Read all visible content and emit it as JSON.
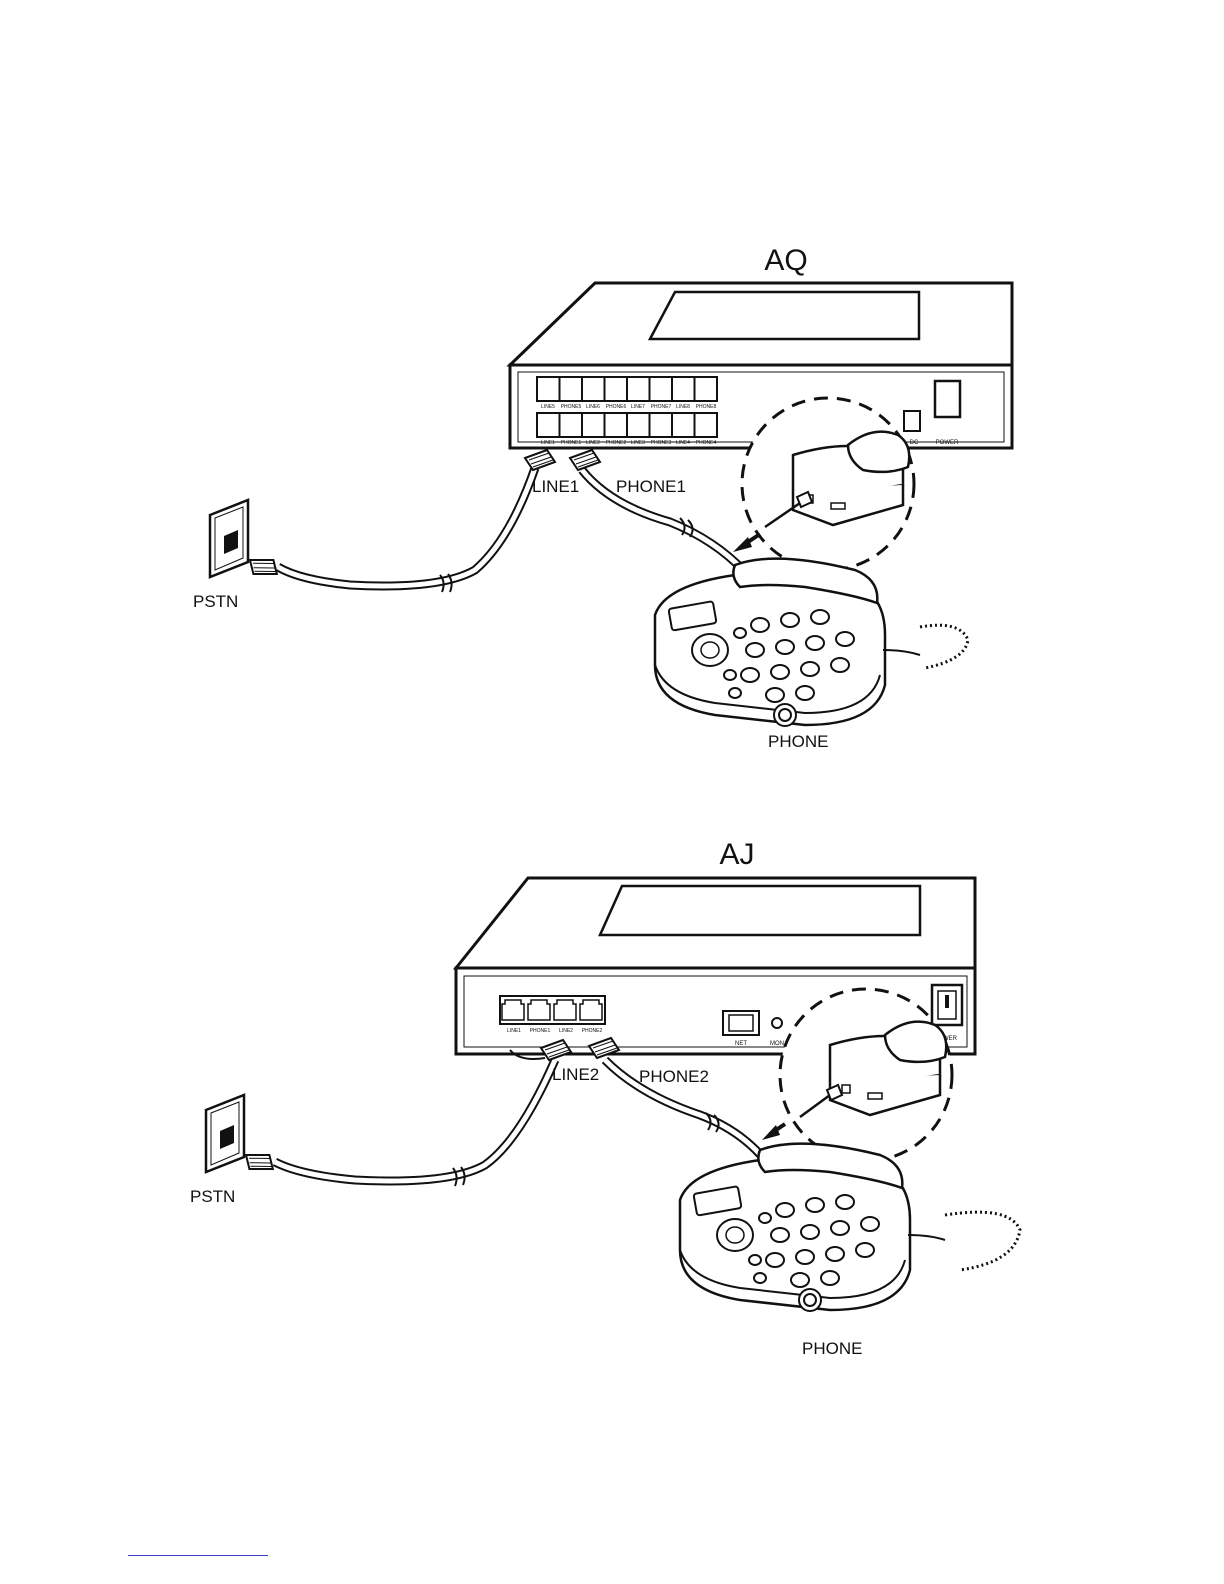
{
  "diagram1": {
    "title": "AQ",
    "ports_top": [
      "LINE5",
      "PHONE5",
      "LINE6",
      "PHONE6",
      "LINE7",
      "PHONE7",
      "LINE8",
      "PHONE8"
    ],
    "ports_bottom": [
      "LINE1",
      "PHONE1",
      "LINE2",
      "PHONE2",
      "LINE3",
      "PHONE3",
      "LINE4",
      "PHONE4"
    ],
    "dc_label": "DC",
    "power_label": "POWER",
    "line_label": "LINE1",
    "phone_port_label": "PHONE1",
    "pstn_label": "PSTN",
    "phone_label": "PHONE"
  },
  "diagram2": {
    "title": "AJ",
    "ports": [
      "LINE1",
      "PHONE1",
      "LINE2",
      "PHONE2"
    ],
    "net_label": "NET",
    "mon_label": "MON",
    "power_label": "WER",
    "line_label": "LINE2",
    "phone_port_label": "PHONE2",
    "pstn_label": "PSTN",
    "phone_label": "PHONE"
  },
  "colors": {
    "ink": "#111111",
    "link": "#3b3bd0"
  }
}
